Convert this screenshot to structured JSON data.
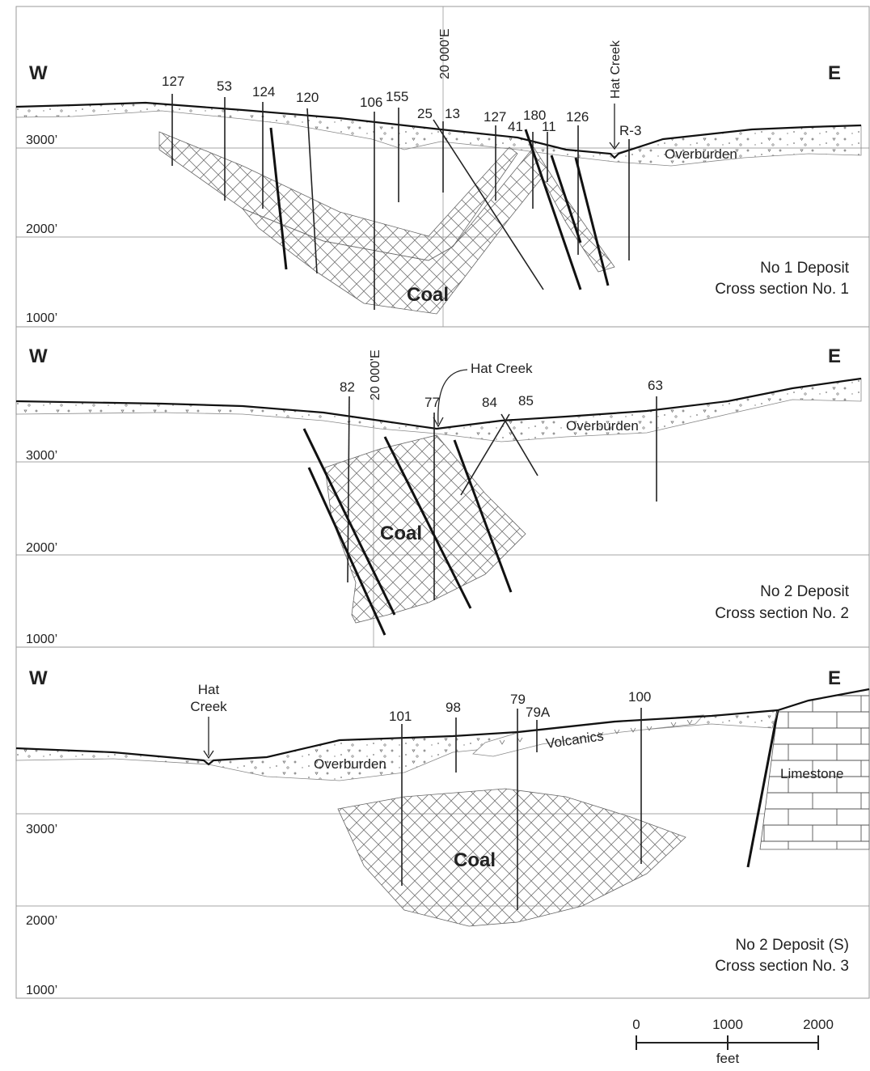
{
  "figure": {
    "scale_bar": {
      "ticks": [
        "0",
        "1000",
        "2000"
      ],
      "unit": "feet"
    }
  },
  "sections": [
    {
      "west": "W",
      "east": "E",
      "elevations": [
        "3000’",
        "2000’",
        "1000’"
      ],
      "caption_line1": "No 1 Deposit",
      "caption_line2": "Cross section No. 1",
      "grid_label": "20 000'E",
      "coal_label": "Coal",
      "overburden_label": "Overburden",
      "creek_label": "Hat Creek",
      "wells": [
        "127",
        "53",
        "124",
        "120",
        "106",
        "155",
        "25",
        "13",
        "127",
        "41",
        "180",
        "11",
        "126",
        "R-3"
      ]
    },
    {
      "west": "W",
      "east": "E",
      "elevations": [
        "3000’",
        "2000’",
        "1000’"
      ],
      "caption_line1": "No 2 Deposit",
      "caption_line2": "Cross section No. 2",
      "grid_label": "20 000'E",
      "coal_label": "Coal",
      "overburden_label": "Overburden",
      "creek_label": "Hat Creek",
      "wells": [
        "82",
        "77",
        "84",
        "85",
        "63"
      ]
    },
    {
      "west": "W",
      "east": "E",
      "elevations": [
        "3000’",
        "2000’",
        "1000’"
      ],
      "caption_line1": "No 2 Deposit (S)",
      "caption_line2": "Cross section No. 3",
      "coal_label": "Coal",
      "overburden_label": "Overburden",
      "creek_label_1": "Hat",
      "creek_label_2": "Creek",
      "volcanics_label": "Volcanics",
      "limestone_label": "Limestone",
      "wells": [
        "101",
        "98",
        "79",
        "79A",
        "100"
      ]
    }
  ]
}
